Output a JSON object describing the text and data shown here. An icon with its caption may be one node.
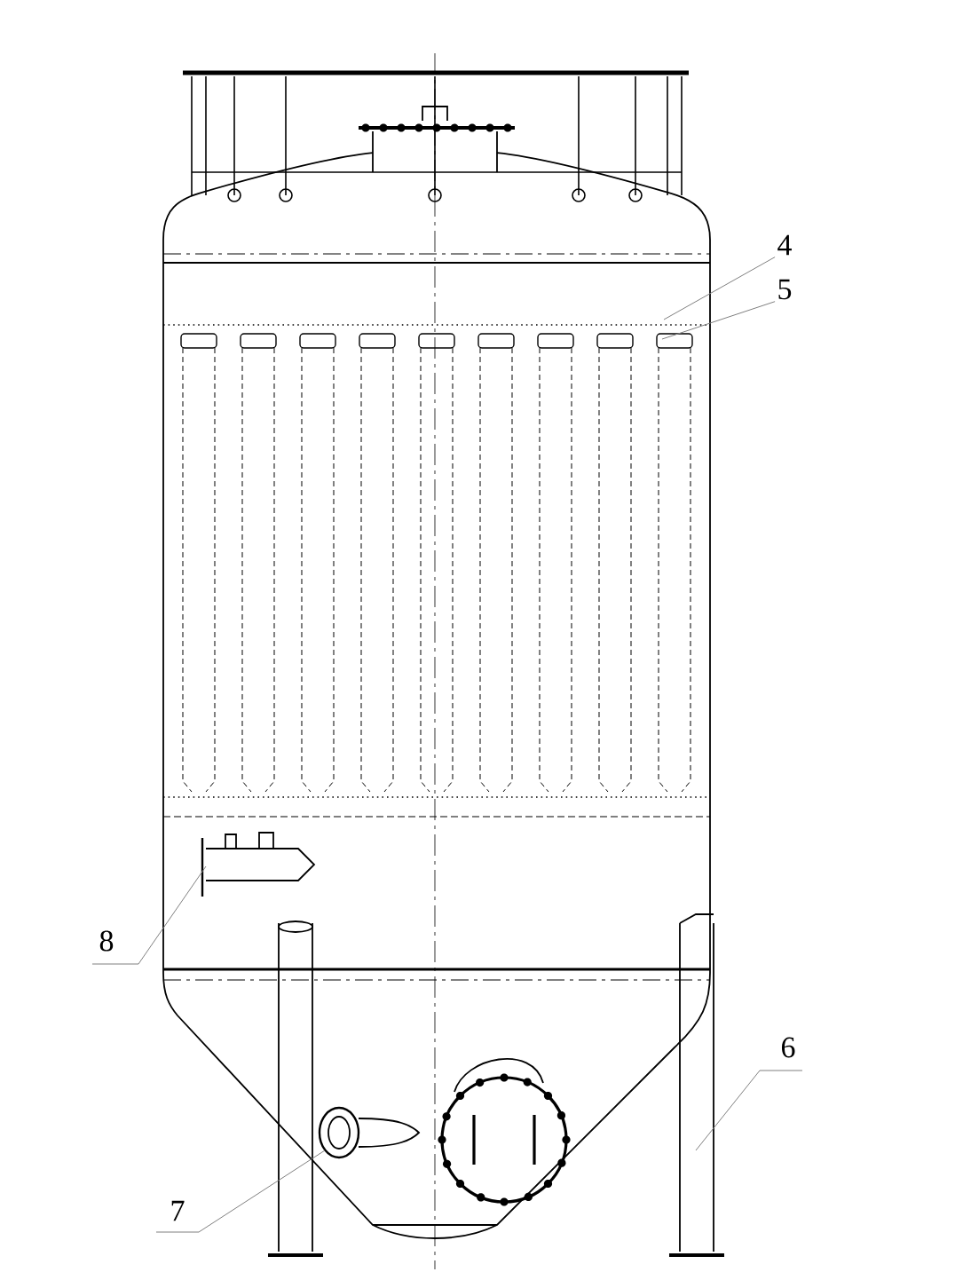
{
  "diagram": {
    "nodes": [
      {
        "text": [
          "4"
        ]
      },
      {
        "text": [
          "5"
        ]
      },
      {
        "text": [
          "8"
        ]
      },
      {
        "text": [
          "7"
        ]
      },
      {
        "text": [
          "6"
        ]
      }
    ],
    "edges": [
      {
        "from": 0,
        "to": null,
        "arrow": "none"
      },
      {
        "from": 1,
        "to": null,
        "arrow": "none"
      },
      {
        "from": 2,
        "to": null,
        "arrow": "none"
      },
      {
        "from": 3,
        "to": null,
        "arrow": "none"
      },
      {
        "from": 4,
        "to": null,
        "arrow": "none"
      }
    ]
  }
}
